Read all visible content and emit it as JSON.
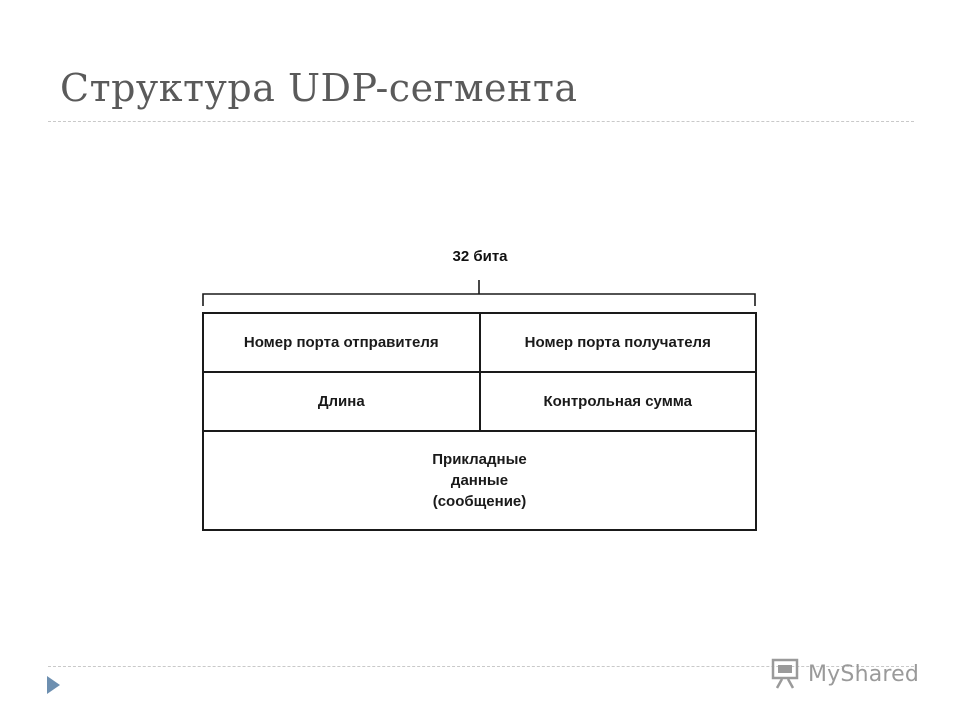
{
  "slide": {
    "title": "Структура UDP-сегмента"
  },
  "diagram": {
    "width_label": "32 бита",
    "rows": [
      [
        "Номер порта отправителя",
        "Номер порта получателя"
      ],
      [
        "Длина",
        "Контрольная сумма"
      ]
    ],
    "data_block": [
      "Прикладные",
      "данные",
      "(сообщение)"
    ]
  },
  "footer": {
    "watermark": "MyShared",
    "nav_icon": "triangle-right-icon"
  }
}
